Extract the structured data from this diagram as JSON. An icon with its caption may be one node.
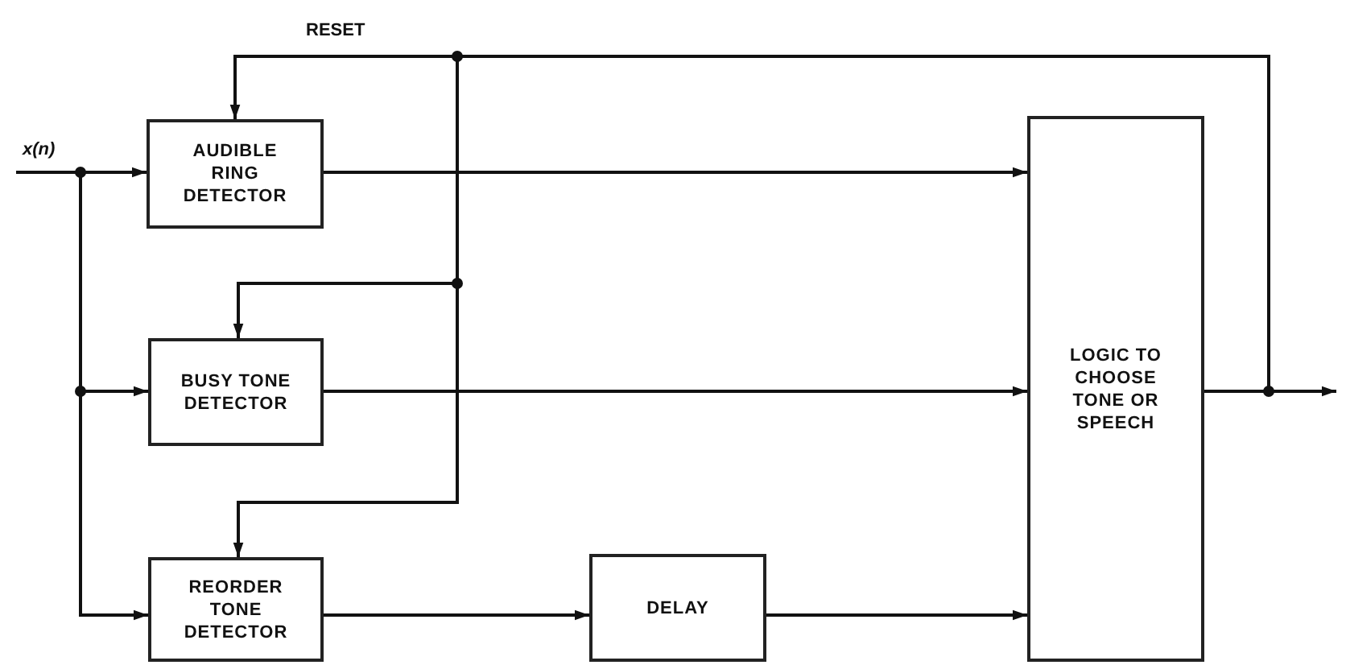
{
  "diagram": {
    "nodes": [
      {
        "text": [
          "AUDIBLE RING DETECTOR"
        ]
      },
      {
        "text": [
          "BUSY TONE DETECTOR"
        ]
      },
      {
        "text": [
          "REORDER TONE DETECTOR"
        ]
      },
      {
        "text": [
          "DELAY"
        ]
      },
      {
        "text": [
          "LOGIC TO CHOOSE TONE OR SPEECH"
        ]
      }
    ],
    "edges": [
      {
        "from": null,
        "to": 0,
        "arrow": "to",
        "label": "x(n)"
      },
      {
        "from": null,
        "to": 1,
        "arrow": "to"
      },
      {
        "from": null,
        "to": 2,
        "arrow": "to"
      },
      {
        "from": 0,
        "to": 4,
        "arrow": "to"
      },
      {
        "from": 1,
        "to": 4,
        "arrow": "to"
      },
      {
        "from": 2,
        "to": 3,
        "arrow": "to"
      },
      {
        "from": 3,
        "to": 4,
        "arrow": "to"
      },
      {
        "from": 4,
        "to": 0,
        "arrow": "to"
      },
      {
        "from": 4,
        "to": 1,
        "arrow": "to"
      },
      {
        "from": 4,
        "to": 2,
        "arrow": "to"
      },
      {
        "from": 4,
        "to": null,
        "arrow": "to"
      }
    ],
    "labels": [
      "RESET"
    ]
  }
}
